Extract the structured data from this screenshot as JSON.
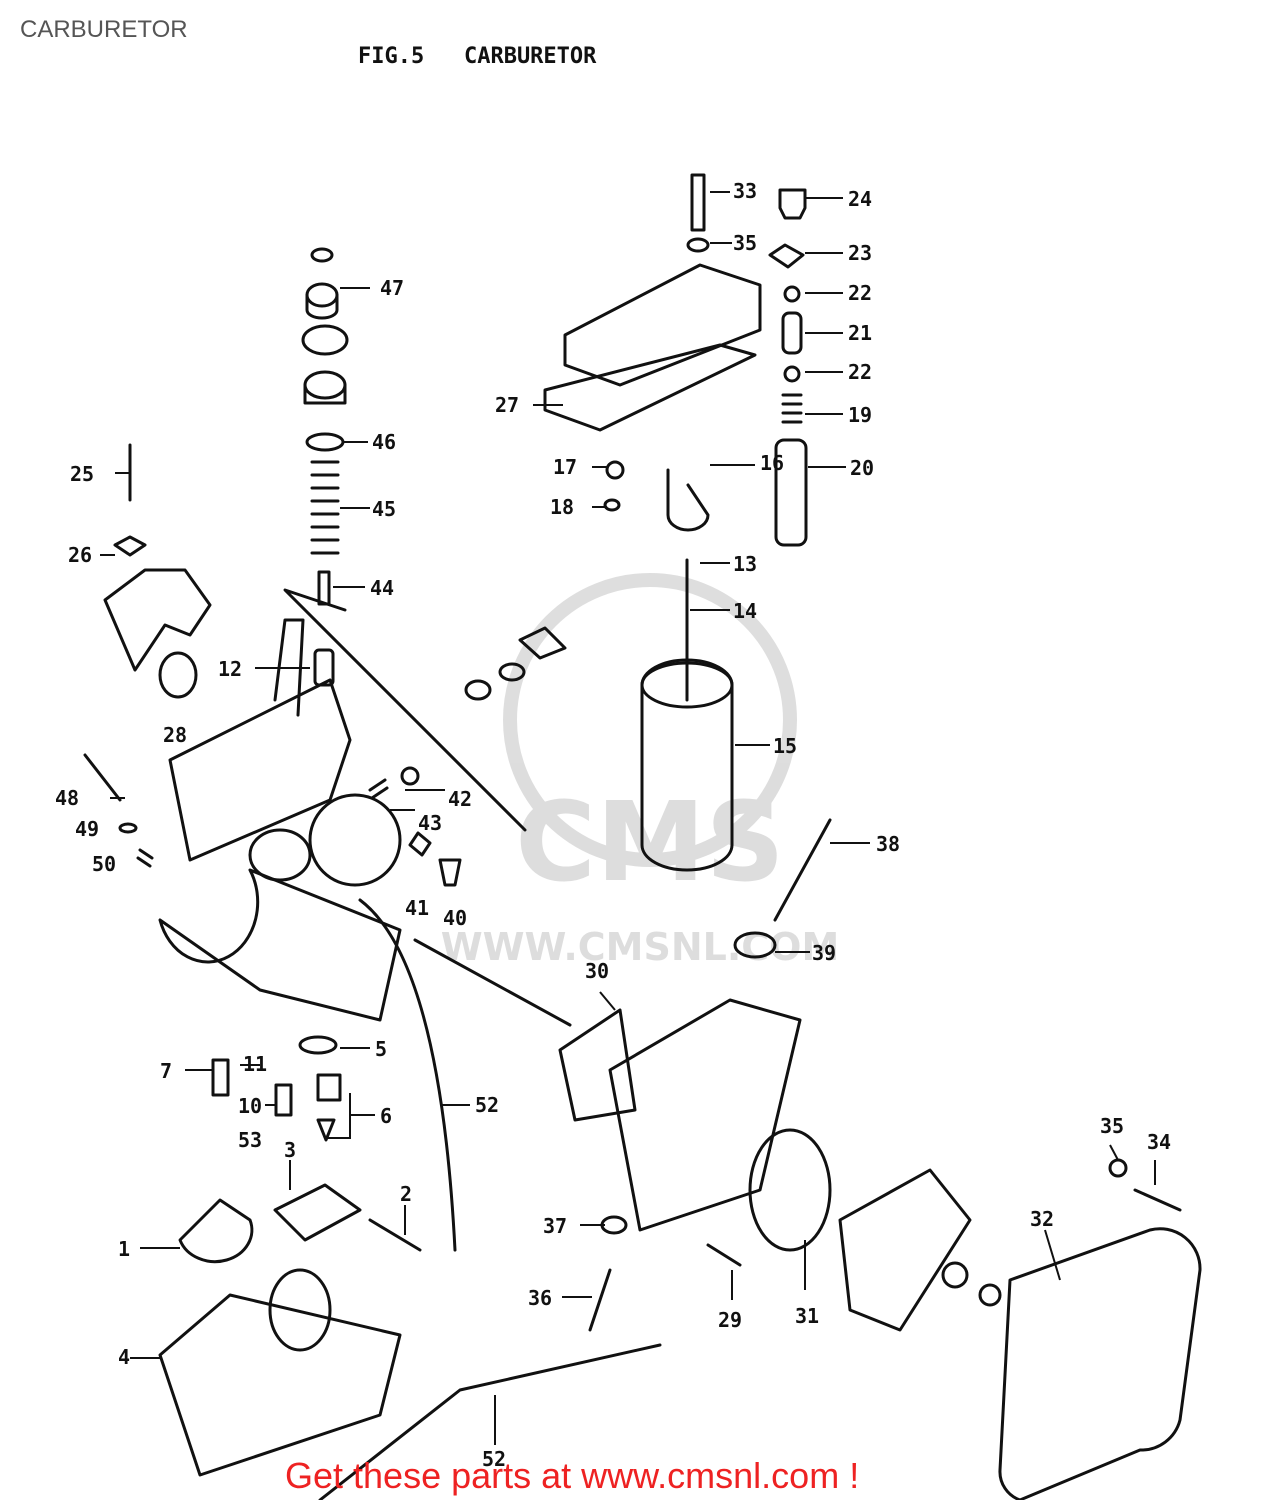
{
  "header": {
    "page_title": "CARBURETOR",
    "figure_title": "FIG.5   CARBURETOR"
  },
  "watermark": {
    "text": "WWW.CMSNL.COM"
  },
  "labels": {
    "l1": "1",
    "l2": "2",
    "l3": "3",
    "l4": "4",
    "l5": "5",
    "l6": "6",
    "l7": "7",
    "l10": "10",
    "l11": "11",
    "l12": "12",
    "l13": "13",
    "l14": "14",
    "l15": "15",
    "l16": "16",
    "l17": "17",
    "l18": "18",
    "l19": "19",
    "l20": "20",
    "l21": "21",
    "l22a": "22",
    "l22b": "22",
    "l23": "23",
    "l24": "24",
    "l25": "25",
    "l26": "26",
    "l27": "27",
    "l28": "28",
    "l29": "29",
    "l30": "30",
    "l31": "31",
    "l32": "32",
    "l33": "33",
    "l34": "34",
    "l35a": "35",
    "l35b": "35",
    "l36": "36",
    "l37": "37",
    "l38": "38",
    "l39": "39",
    "l40": "40",
    "l41": "41",
    "l42": "42",
    "l43": "43",
    "l44": "44",
    "l45": "45",
    "l46": "46",
    "l47": "47",
    "l48": "48",
    "l49": "49",
    "l50": "50",
    "l52a": "52",
    "l52b": "52",
    "l53": "53"
  },
  "footer": {
    "cta": "Get these parts at www.cmsnl.com !"
  }
}
